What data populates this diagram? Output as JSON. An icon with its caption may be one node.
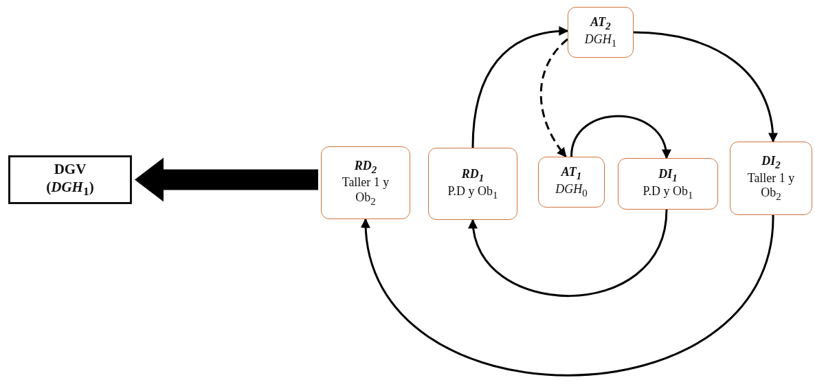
{
  "diagram": {
    "nodes": [
      {
        "text": [
          "DGV",
          "(*DGH*$_{1}$)"
        ]
      },
      {
        "text": [
          "RD$_{2}$",
          "Taller 1 y Ob$_{2}$"
        ]
      },
      {
        "text": [
          "RD$_{1}$",
          "P.D y Ob$_{1}$"
        ]
      },
      {
        "text": [
          "AT$_{1}$",
          "*DGH*$_{0}$"
        ]
      },
      {
        "text": [
          "DI$_{1}$",
          "P.D y Ob$_{1}$"
        ]
      },
      {
        "text": [
          "AT$_{2}$",
          "*DGH*$_{1}$"
        ]
      },
      {
        "text": [
          "DI$_{2}$",
          "Taller 1 y Ob$_{2}$"
        ]
      }
    ],
    "edges": [
      {
        "from": 1,
        "to": 0,
        "arrow": "to",
        "style": "thick"
      },
      {
        "from": 2,
        "to": 5,
        "arrow": "to"
      },
      {
        "from": 5,
        "to": 3,
        "arrow": "to",
        "style": "dashed"
      },
      {
        "from": 3,
        "to": 4,
        "arrow": "to"
      },
      {
        "from": 5,
        "to": 6,
        "arrow": "to"
      },
      {
        "from": 4,
        "to": 2,
        "arrow": "to"
      },
      {
        "from": 6,
        "to": 1,
        "arrow": "to"
      }
    ]
  }
}
